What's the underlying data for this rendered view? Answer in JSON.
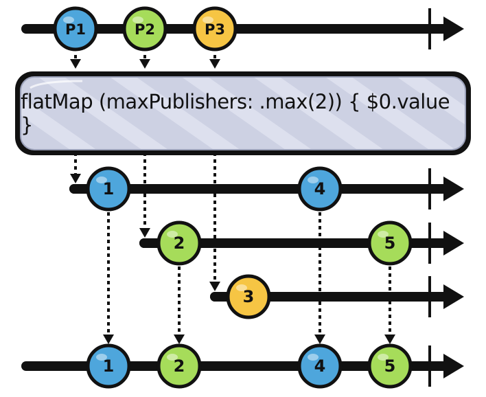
{
  "colors": {
    "blue": "#4ea6dc",
    "green": "#a6dc5a",
    "yellow": "#f6c544",
    "line": "#111111",
    "box_fill": "#cdd1e3",
    "box_stripe": "#dde0ee"
  },
  "operator": {
    "label": "flatMap (maxPublishers: .max(2)) { $0.value }"
  },
  "diagram": {
    "publishers": [
      {
        "label": "P1",
        "color": "blue",
        "accepted": true
      },
      {
        "label": "P2",
        "color": "green",
        "accepted": true
      },
      {
        "label": "P3",
        "color": "yellow",
        "accepted": false
      }
    ],
    "inner_timelines": [
      {
        "color": "blue",
        "values": [
          "1",
          "4"
        ]
      },
      {
        "color": "green",
        "values": [
          "2",
          "5"
        ]
      },
      {
        "color": "yellow",
        "values": [
          "3"
        ]
      }
    ],
    "output": [
      {
        "label": "1",
        "color": "blue"
      },
      {
        "label": "2",
        "color": "green"
      },
      {
        "label": "4",
        "color": "blue"
      },
      {
        "label": "5",
        "color": "green"
      }
    ]
  }
}
